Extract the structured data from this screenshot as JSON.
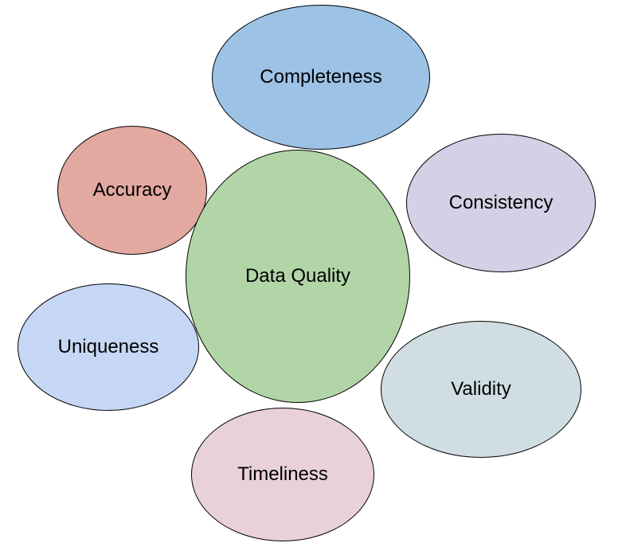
{
  "diagram": {
    "background": "#ffffff",
    "stroke": "#000000",
    "text_color": "#000000",
    "center": {
      "id": "data-quality",
      "label": "Data Quality",
      "fill": "#b2d5a7"
    },
    "nodes": [
      {
        "id": "completeness",
        "label": "Completeness",
        "fill": "#9cc3e5",
        "position": "top"
      },
      {
        "id": "consistency",
        "label": "Consistency",
        "fill": "#d6d0e6",
        "position": "top-right"
      },
      {
        "id": "validity",
        "label": "Validity",
        "fill": "#d0dee3",
        "position": "bottom-right"
      },
      {
        "id": "timeliness",
        "label": "Timeliness",
        "fill": "#e9d1dc",
        "position": "bottom"
      },
      {
        "id": "uniqueness",
        "label": "Uniqueness",
        "fill": "#c6d7f5",
        "position": "bottom-left"
      },
      {
        "id": "accuracy",
        "label": "Accuracy",
        "fill": "#e2a9a0",
        "position": "top-left"
      }
    ]
  }
}
